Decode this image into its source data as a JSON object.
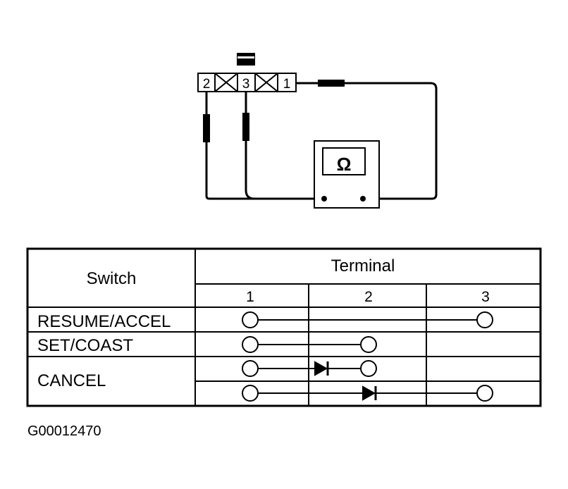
{
  "connector": {
    "terminals": [
      "2",
      "3",
      "1"
    ]
  },
  "meter": {
    "symbol": "Ω"
  },
  "table": {
    "switch_header": "Switch",
    "terminal_header": "Terminal",
    "terminal_columns": [
      "1",
      "2",
      "3"
    ],
    "rows": [
      {
        "switch": "RESUME/ACCEL",
        "connection": "1-3"
      },
      {
        "switch": "SET/COAST",
        "connection": "1-2"
      },
      {
        "switch": "CANCEL",
        "connection": "1-2 (diode), 1-3 (diode)"
      }
    ]
  },
  "figure_id": "G00012470"
}
